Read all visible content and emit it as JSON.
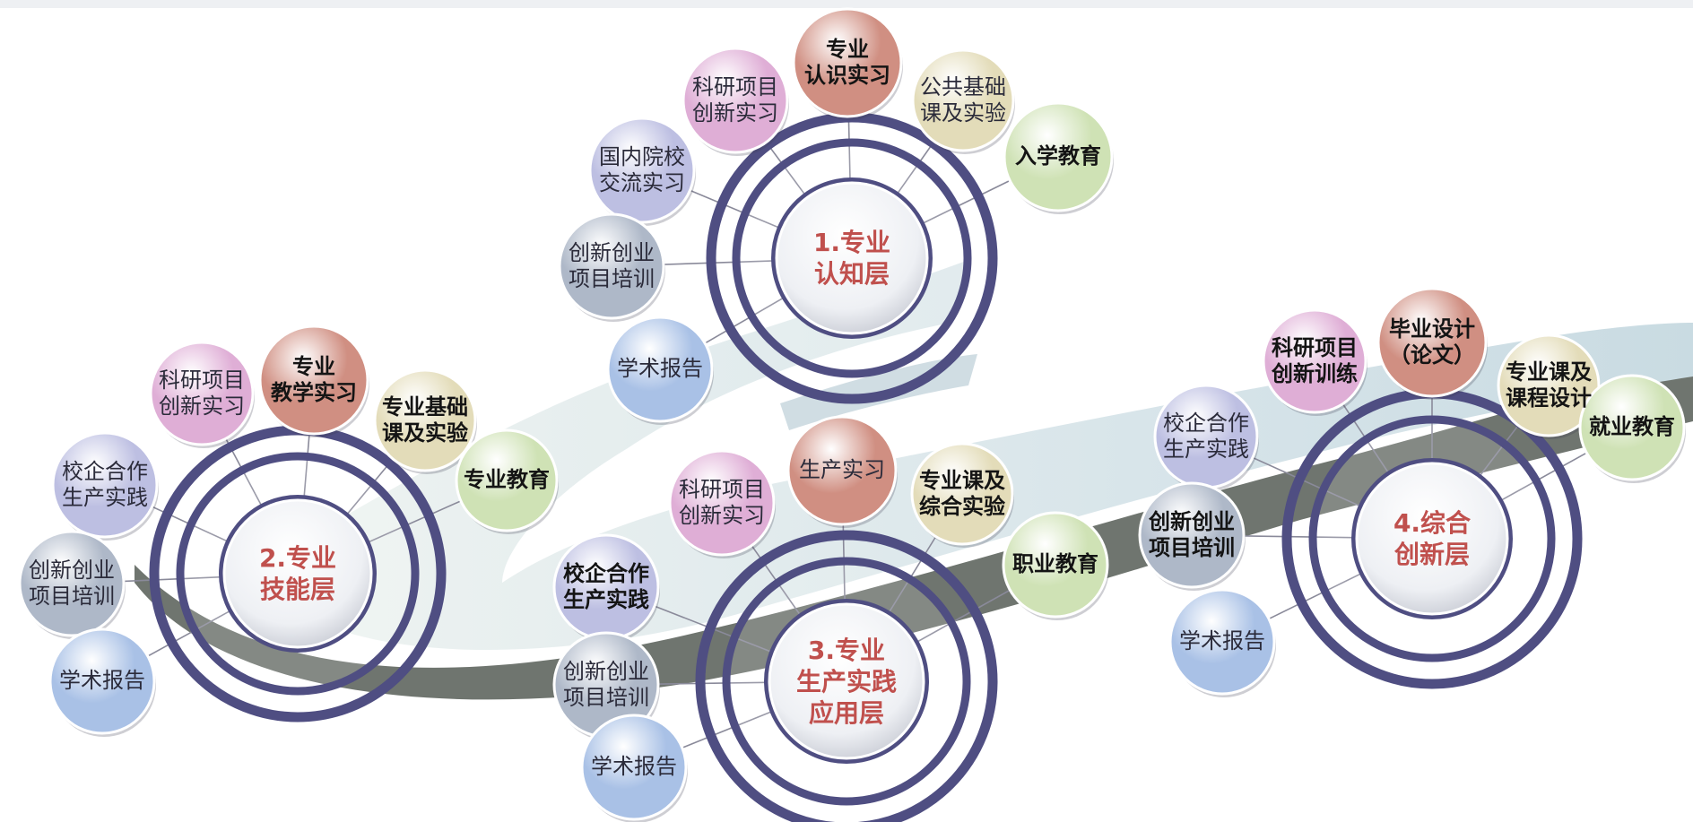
{
  "diagram": {
    "clusters": [
      {
        "id": "layer-1",
        "hub_label": "1.专业\n认知层",
        "nodes": [
          {
            "label": "专业\n认识实习",
            "color": "#d08f82",
            "bold": true
          },
          {
            "label": "科研项目\n创新实习",
            "color": "#dfaed6",
            "bold": false
          },
          {
            "label": "公共基础\n课及实验",
            "color": "#e3dcb9",
            "bold": false
          },
          {
            "label": "入学教育",
            "color": "#cfe2b5",
            "bold": true
          },
          {
            "label": "国内院校\n交流实习",
            "color": "#bdbfe2",
            "bold": false
          },
          {
            "label": "创新创业\n项目培训",
            "color": "#aeb8c8",
            "bold": false
          },
          {
            "label": "学术报告",
            "color": "#a9c1e6",
            "bold": false
          }
        ]
      },
      {
        "id": "layer-2",
        "hub_label": "2.专业\n技能层",
        "nodes": [
          {
            "label": "专业\n教学实习",
            "color": "#d08f82",
            "bold": true
          },
          {
            "label": "科研项目\n创新实习",
            "color": "#dfaed6",
            "bold": false
          },
          {
            "label": "专业基础\n课及实验",
            "color": "#e3dcb9",
            "bold": true
          },
          {
            "label": "专业教育",
            "color": "#cfe2b5",
            "bold": true
          },
          {
            "label": "校企合作\n生产实践",
            "color": "#bdbfe2",
            "bold": false
          },
          {
            "label": "创新创业\n项目培训",
            "color": "#aeb8c8",
            "bold": false
          },
          {
            "label": "学术报告",
            "color": "#a9c1e6",
            "bold": false
          }
        ]
      },
      {
        "id": "layer-3",
        "hub_label": "3.专业\n生产实践\n应用层",
        "nodes": [
          {
            "label": "生产实习",
            "color": "#d08f82",
            "bold": false
          },
          {
            "label": "科研项目\n创新实习",
            "color": "#dfaed6",
            "bold": false
          },
          {
            "label": "专业课及\n综合实验",
            "color": "#e3dcb9",
            "bold": true
          },
          {
            "label": "职业教育",
            "color": "#cfe2b5",
            "bold": true
          },
          {
            "label": "校企合作\n生产实践",
            "color": "#bdbfe2",
            "bold": true
          },
          {
            "label": "创新创业\n项目培训",
            "color": "#aeb8c8",
            "bold": false
          },
          {
            "label": "学术报告",
            "color": "#a9c1e6",
            "bold": false
          }
        ]
      },
      {
        "id": "layer-4",
        "hub_label": "4.综合\n创新层",
        "nodes": [
          {
            "label": "毕业设计\n（论文）",
            "color": "#d08f82",
            "bold": true
          },
          {
            "label": "科研项目\n创新训练",
            "color": "#dfaed6",
            "bold": true
          },
          {
            "label": "专业课及\n课程设计",
            "color": "#e3dcb9",
            "bold": true
          },
          {
            "label": "就业教育",
            "color": "#cfe2b5",
            "bold": true
          },
          {
            "label": "校企合作\n生产实践",
            "color": "#bdbfe2",
            "bold": false
          },
          {
            "label": "创新创业\n项目培训",
            "color": "#aeb8c8",
            "bold": true
          },
          {
            "label": "学术报告",
            "color": "#a9c1e6",
            "bold": false
          }
        ]
      }
    ],
    "colors": {
      "ring": "#4f4e82",
      "hub_text": "#c0504d",
      "road_light": "#dbe6ea",
      "road_dark": "#6f756f"
    }
  }
}
